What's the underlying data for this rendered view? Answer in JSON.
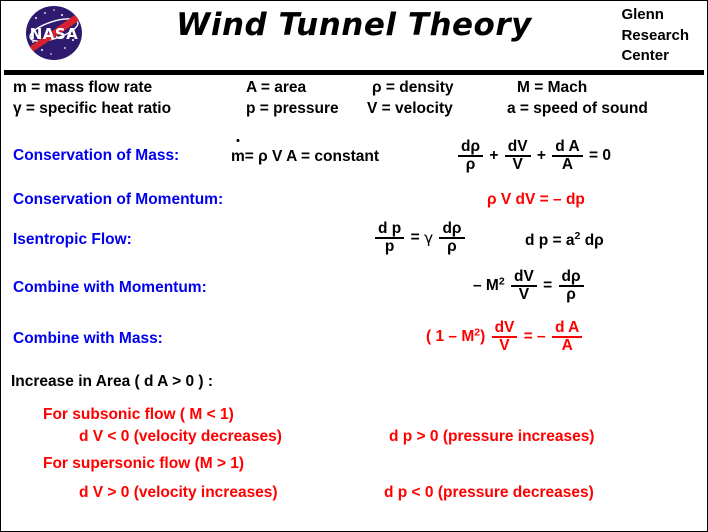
{
  "header": {
    "title": "Wind Tunnel Theory",
    "center_line1": "Glenn",
    "center_line2": "Research",
    "center_line3": "Center",
    "logo_alt": "NASA",
    "logo_text": "NASA"
  },
  "colors": {
    "label_blue": "#0000ee",
    "equation_red": "#ff0000",
    "text_black": "#000000",
    "logo_navy": "#2e1a6e",
    "logo_red": "#d4232e",
    "background": "#ffffff"
  },
  "nomenclature": [
    {
      "symbol": "ṁ",
      "definition": "= mass  flow  rate"
    },
    {
      "symbol": "A",
      "definition": "=  area"
    },
    {
      "symbol": "ρ",
      "definition": "=  density"
    },
    {
      "symbol": "M",
      "definition": "=  Mach"
    },
    {
      "symbol": "γ",
      "definition": "=  specific  heat  ratio"
    },
    {
      "symbol": "p",
      "definition": "=  pressure"
    },
    {
      "symbol": "V",
      "definition": "=  velocity"
    },
    {
      "symbol": "a",
      "definition": "=  speed  of  sound"
    }
  ],
  "nomenclature_raw": {
    "r1c1": "m = mass  flow  rate",
    "r1c2": "A  =  area",
    "r1c3": "ρ  =  density",
    "r1c4": "M  =  Mach",
    "r2c1": "γ  =  specific  heat  ratio",
    "r2c2": "p =  pressure",
    "r2c3": "V  =  velocity",
    "r2c4": "a = speed  of  sound"
  },
  "equations": [
    {
      "label": "Conservation  of  Mass:",
      "primary": "m = ρ V A  =  constant",
      "secondary": "dρ/ρ + dV/V + dA/A = 0",
      "color": "black"
    },
    {
      "label": "Conservation  of  Momentum:",
      "primary": "ρ V dV = – dp",
      "color": "red"
    },
    {
      "label": "Isentropic  Flow:",
      "primary": "dp/p = γ dρ/ρ",
      "secondary": "d p = a² dρ",
      "color": "black"
    },
    {
      "label": "Combine  with  Momentum:",
      "primary": "– M² dV/V = dρ/ρ",
      "color": "black"
    },
    {
      "label": "Combine  with  Mass:",
      "primary": "( 1 – M ² ) dV/V = – dA/A",
      "color": "red"
    }
  ],
  "equation_tokens": {
    "mass_constant": "= ρ V A  =  constant",
    "mass_rho": "ρ",
    "mass_plus1": "+",
    "mass_plus2": "+",
    "mass_equals_zero": "=  0",
    "frac_drho_num": "dρ",
    "frac_drho_den": "ρ",
    "frac_dV_num": "dV",
    "frac_dV_den": "V",
    "frac_dA_num": "d A",
    "frac_dA_den": "A",
    "momentum": "ρ  V  dV  =  – dp",
    "isen_frac_num": "d p",
    "isen_frac_den": "p",
    "isen_eq": "=",
    "isen_gamma": "γ",
    "isen_frac2_num": "dρ",
    "isen_frac2_den": "ρ",
    "isen_second": "d p  = a",
    "isen_second_sup": "2",
    "isen_second_tail": "dρ",
    "comb_mom_lead": "– M",
    "comb_mom_sup": "2",
    "comb_mom_eq": "=",
    "comb_mass_lead": "( 1 –  M",
    "comb_mass_sup": "2",
    "comb_mass_paren": ")",
    "comb_mass_eq": "= –"
  },
  "conclusion": {
    "heading": "Increase  in  Area  ( d A >  0 ) :",
    "cases": [
      {
        "condition": "For  subsonic  flow  ( M < 1)",
        "result_velocity": "d V < 0  (velocity  decreases)",
        "result_pressure": "d p > 0   (pressure  increases)"
      },
      {
        "condition": "For  supersonic  flow (M > 1)",
        "result_velocity": "d V > 0  (velocity  increases)",
        "result_pressure": "d p < 0   (pressure  decreases)"
      }
    ]
  }
}
